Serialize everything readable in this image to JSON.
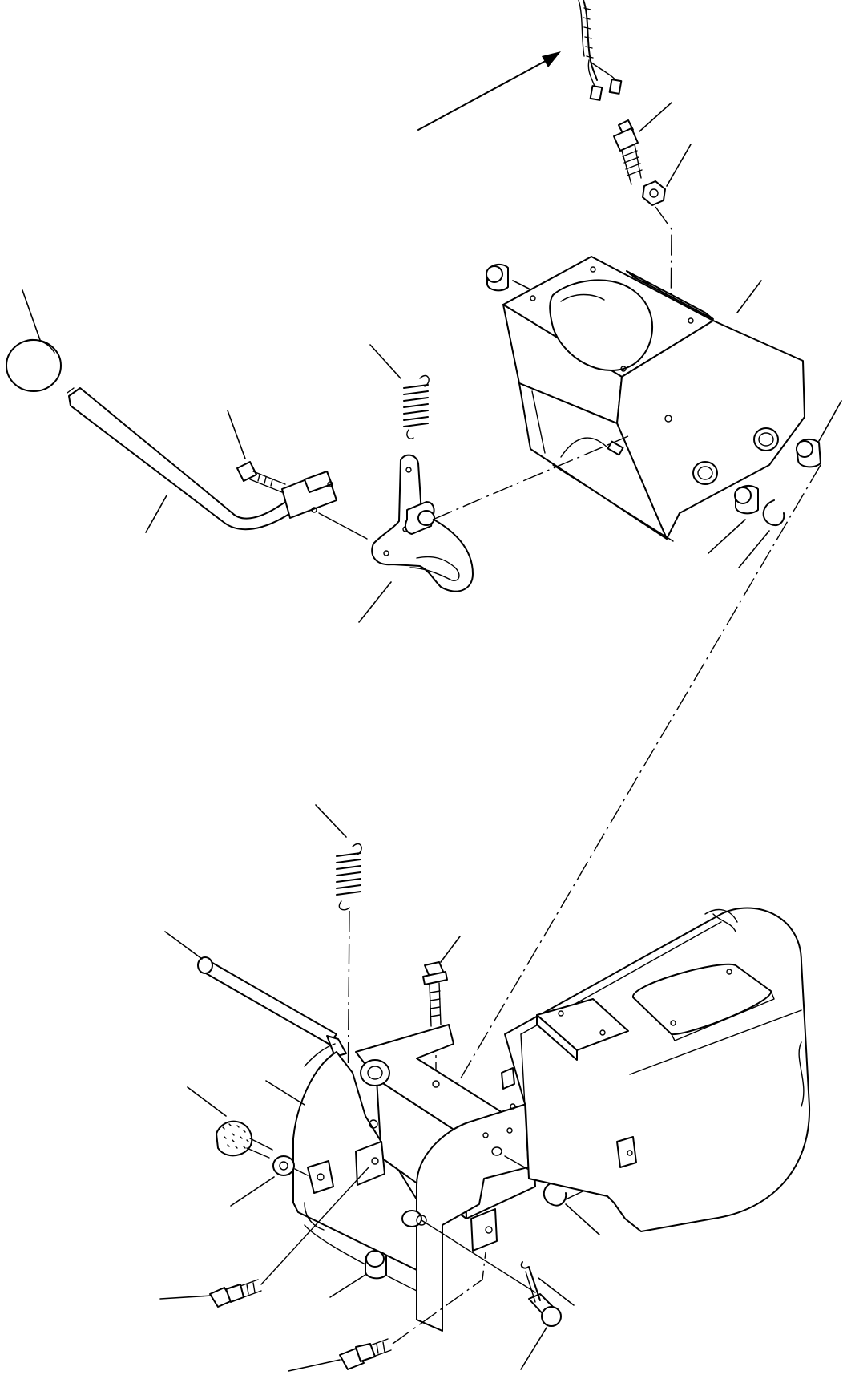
{
  "figure": {
    "kind": "exploded-parts-diagram",
    "line_color": "#000000",
    "background": "#ffffff"
  },
  "components": [
    "wire-harness",
    "switch",
    "nut",
    "switch-bracket-housing",
    "knob",
    "control-lever",
    "bolt",
    "spring",
    "lever-plate",
    "bushing",
    "washer",
    "snap-ring",
    "shaft",
    "cover-plate",
    "thumb-screw",
    "collar",
    "pin",
    "cotter-pin",
    "console-body"
  ]
}
